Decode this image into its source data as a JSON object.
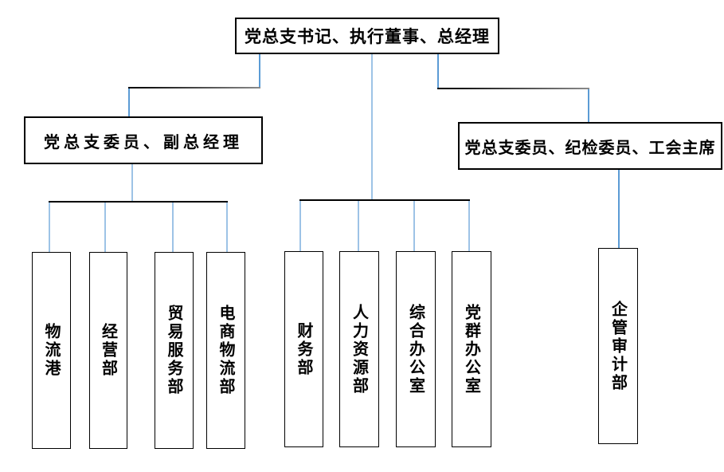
{
  "diagram": {
    "type": "org-chart",
    "root": {
      "id": "root",
      "label": "党总支书记、执行董事、总经理"
    },
    "level2": [
      {
        "id": "deputy",
        "label": "党总支委员、副总经理",
        "parent": "root"
      },
      {
        "id": "union",
        "label": "党总支委员、纪检委员、工会主席",
        "parent": "root"
      }
    ],
    "departments": [
      {
        "label": "物流港",
        "parent": "deputy"
      },
      {
        "label": "经营部",
        "parent": "deputy"
      },
      {
        "label": "贸易服务部",
        "parent": "deputy"
      },
      {
        "label": "电商物流部",
        "parent": "deputy"
      },
      {
        "label": "财务部",
        "parent": "root"
      },
      {
        "label": "人力资源部",
        "parent": "root"
      },
      {
        "label": "综合办公室",
        "parent": "root"
      },
      {
        "label": "党群办公室",
        "parent": "root"
      },
      {
        "label": "企管审计部",
        "parent": "union"
      }
    ],
    "colors": {
      "connector_blue_medium": "#5B9BD5",
      "connector_blue_light": "#9DC3E6",
      "connector_dark": "#000000",
      "box_border": "#000000",
      "background": "#FFFFFF"
    }
  }
}
